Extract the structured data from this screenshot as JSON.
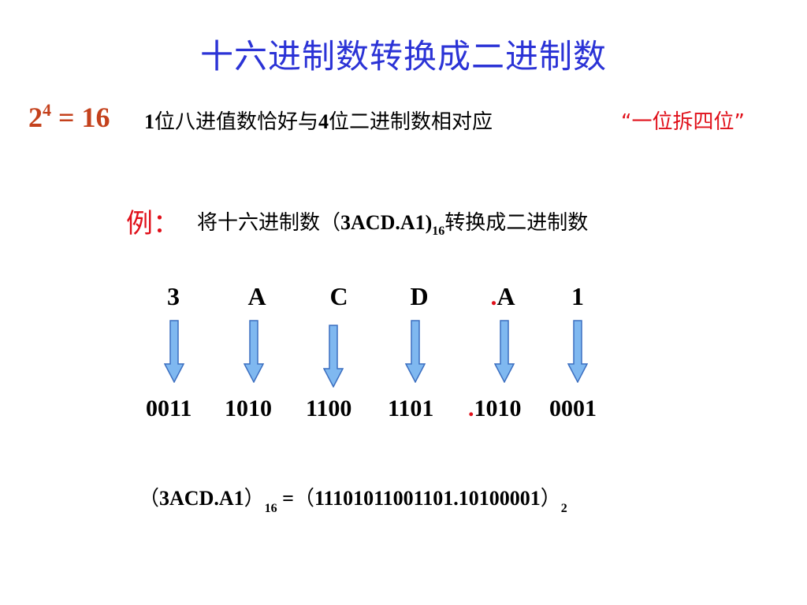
{
  "title": "十六进制数转换成二进制数",
  "formula": {
    "base": "2",
    "exponent": "4",
    "rest": " = 16"
  },
  "rule": {
    "digit1": "1",
    "text1": "位八进值数恰好与",
    "digit4": "4",
    "text2": "位二进制数相对应"
  },
  "slogan": "“一位拆四位”",
  "example": {
    "label": "例：",
    "prefix": "将十六进制数（",
    "number": "3ACD.A1)",
    "base": "16",
    "suffix": "转换成二进制数"
  },
  "digits": [
    {
      "hex": "3",
      "bin": "0011"
    },
    {
      "hex": "A",
      "bin": "1010"
    },
    {
      "hex": "C",
      "bin": "1100"
    },
    {
      "hex": "D",
      "bin": "1101"
    },
    {
      "dot": ".",
      "hex": "A",
      "bin": "1010"
    },
    {
      "hex": "1",
      "bin": "0001"
    }
  ],
  "result": {
    "open1": "（",
    "lhs": "3ACD.A1",
    "close1": "）",
    "lhs_base": "16",
    "eq": " =",
    "open2": "（",
    "rhs": "1110101100110​1.10100001",
    "close2": "）",
    "rhs_base": "2"
  },
  "colors": {
    "title": "#2b33d6",
    "formula": "#c4411c",
    "accent_red": "#e0101a",
    "arrow": "#7fb8f0",
    "arrow_stroke": "#3c6fc0"
  }
}
